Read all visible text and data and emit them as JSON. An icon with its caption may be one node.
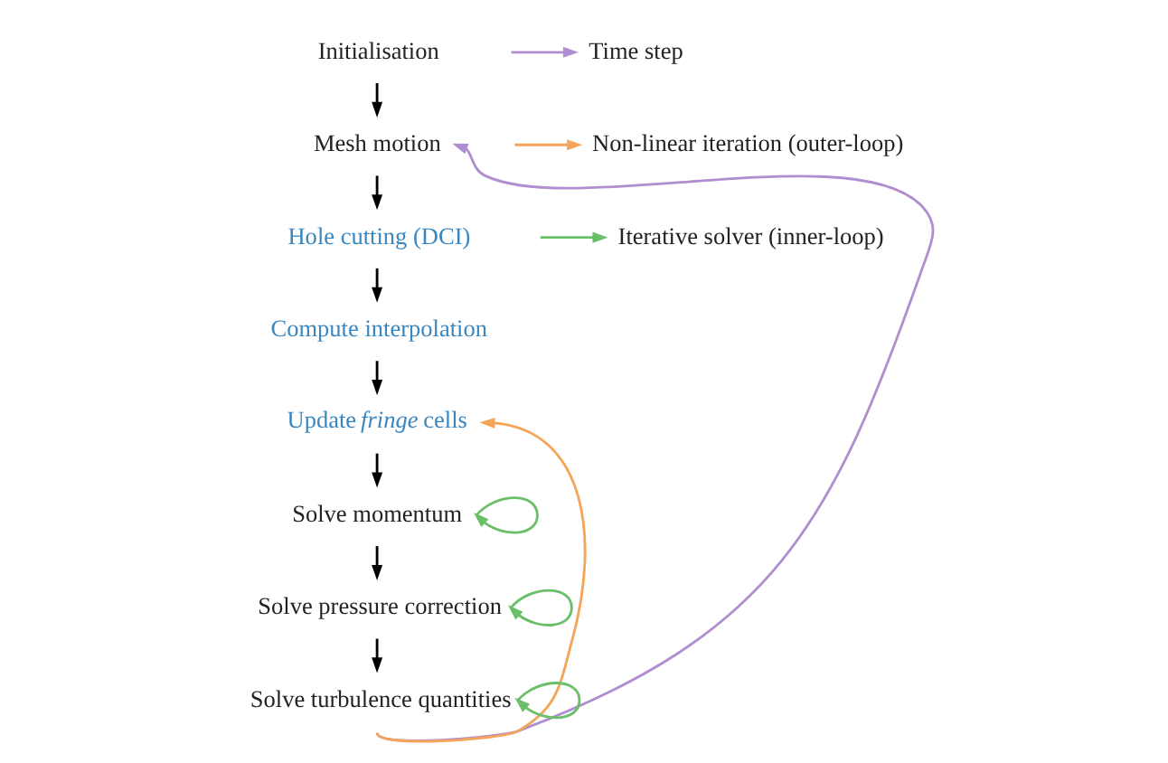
{
  "diagram": {
    "nodes": [
      {
        "text": [
          "Initialisation"
        ]
      },
      {
        "text": [
          "Mesh motion"
        ]
      },
      {
        "text": [
          "Hole cutting (DCI)"
        ]
      },
      {
        "text": [
          "Compute interpolation"
        ]
      },
      {
        "text": [
          "Update *fringe* cells"
        ]
      },
      {
        "text": [
          "Solve momentum"
        ]
      },
      {
        "text": [
          "Solve pressure correction"
        ]
      },
      {
        "text": [
          "Solve turbulence quantities"
        ]
      }
    ],
    "edges": [
      {
        "from": 0,
        "to": 1,
        "arrow": "to"
      },
      {
        "from": 1,
        "to": 2,
        "arrow": "to"
      },
      {
        "from": 2,
        "to": 3,
        "arrow": "to"
      },
      {
        "from": 3,
        "to": 4,
        "arrow": "to"
      },
      {
        "from": 4,
        "to": 5,
        "arrow": "to"
      },
      {
        "from": 5,
        "to": 6,
        "arrow": "to"
      },
      {
        "from": 6,
        "to": 7,
        "arrow": "to"
      },
      {
        "from": 5,
        "to": 5,
        "arrow": "to",
        "color": "#6abf69"
      },
      {
        "from": 6,
        "to": 6,
        "arrow": "to",
        "color": "#6abf69"
      },
      {
        "from": 7,
        "to": 7,
        "arrow": "to",
        "color": "#6abf69"
      },
      {
        "from": 7,
        "to": 4,
        "arrow": "to",
        "color": "#f5a55a"
      },
      {
        "from": 7,
        "to": 1,
        "arrow": "to",
        "color": "#b08fd0"
      }
    ],
    "legend": [
      {
        "text": "Time step",
        "color": "#b08fd0"
      },
      {
        "text": "Non-linear iteration (outer-loop)",
        "color": "#f5a55a"
      },
      {
        "text": "Iterative solver (inner-loop)",
        "color": "#6abf69"
      }
    ]
  }
}
